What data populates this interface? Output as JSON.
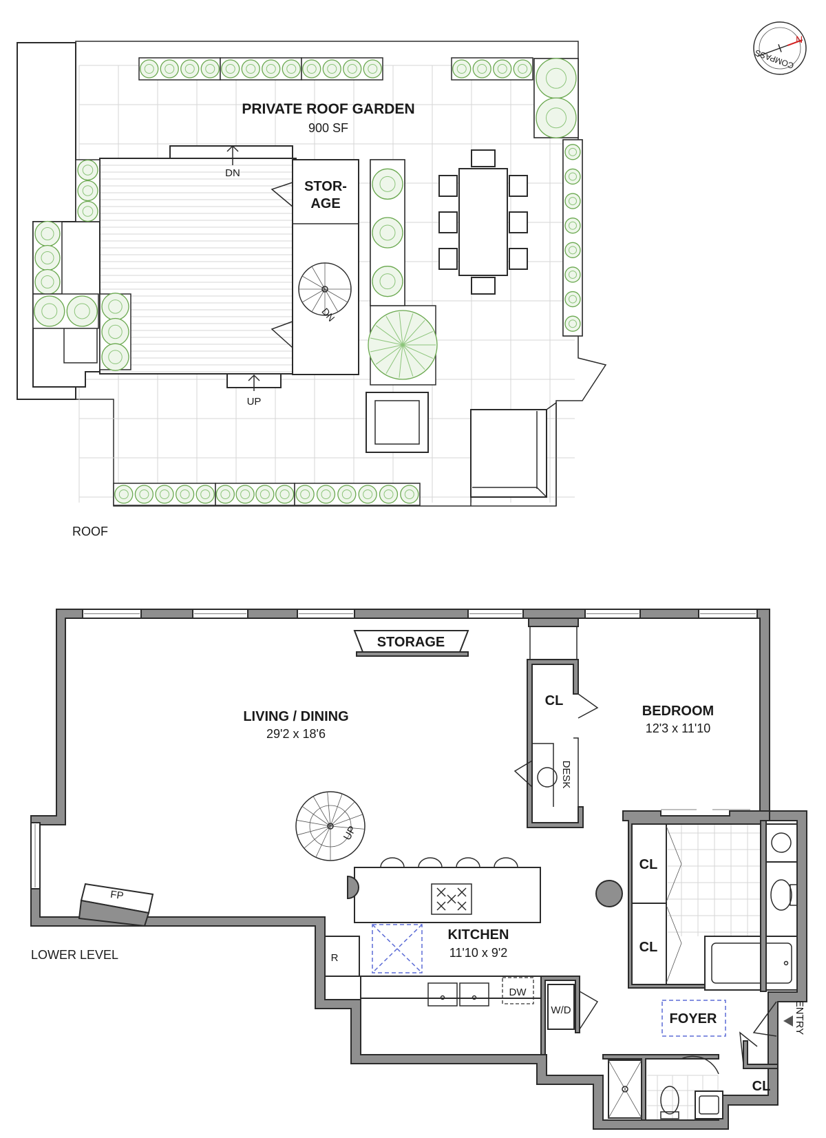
{
  "roof": {
    "label": "ROOF",
    "garden_title": "PRIVATE ROOF GARDEN",
    "garden_area": "900 SF",
    "storage_line1": "STOR-",
    "storage_line2": "AGE",
    "dn_top": "DN",
    "dn_stair": "DN",
    "up_bottom": "UP"
  },
  "compass": {
    "label": "COMPASS",
    "north": "N"
  },
  "lower": {
    "label": "LOWER LEVEL",
    "living_title": "LIVING / DINING",
    "living_dim": "29'2 x 18'6",
    "storage": "STORAGE",
    "bedroom_title": "BEDROOM",
    "bedroom_dim": "12'3 x 11'10",
    "kitchen_title": "KITCHEN",
    "kitchen_dim": "11'10 x 9'2",
    "foyer": "FOYER",
    "entry": "ENTRY",
    "cl_top": "CL",
    "cl_bath_1": "CL",
    "cl_bath_2": "CL",
    "cl_foyer": "CL",
    "desk": "DESK",
    "fp": "FP",
    "refrigerator": "R",
    "dishwasher": "DW",
    "washer_dryer": "W/D",
    "up_stair": "UP"
  },
  "colors": {
    "wall_fill": "#8f8f8f",
    "plant_green": "#6aa84f",
    "fixture_dash_blue": "#5b6bd6",
    "compass_north_red": "#d22020"
  }
}
